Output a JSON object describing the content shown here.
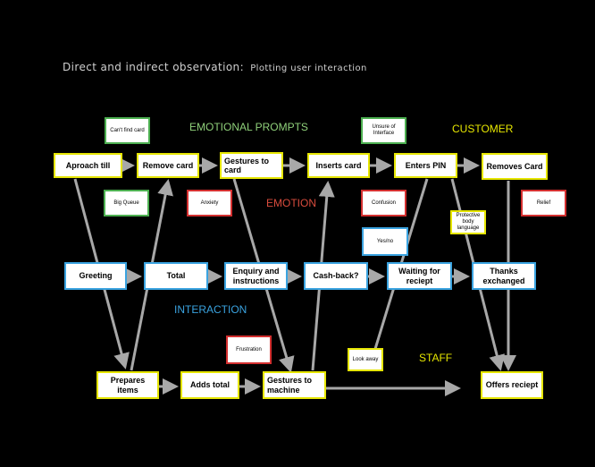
{
  "title": {
    "main": "Direct and indirect observation:",
    "sub": "Plotting user interaction"
  },
  "colors": {
    "customer_border": "#e6e600",
    "interaction_border": "#3aa3e0",
    "staff_border": "#e6e600",
    "emotional_prompts": "#8fd07a",
    "emotion": "#d94c3d",
    "interaction": "#3aa3e0",
    "customer": "#e6e600",
    "staff": "#e6e600",
    "arrow": "#a8a8a8"
  },
  "labels": {
    "emotional_prompts": "EMOTIONAL PROMPTS",
    "emotion": "EMOTION",
    "interaction": "INTERACTION",
    "customer": "CUSTOMER",
    "staff": "STAFF"
  },
  "customer_steps": [
    "Aproach till",
    "Remove card",
    "Gestures to card",
    "Inserts card",
    "Enters PIN",
    "Removes Card"
  ],
  "interaction_steps": [
    "Greeting",
    "Total",
    "Enquiry and instructions",
    "Cash-back?",
    "Waiting for reciept",
    "Thanks exchanged"
  ],
  "staff_steps": [
    "Prepares items",
    "Adds total",
    "Gestures to machine",
    "Offers reciept"
  ],
  "prompts": {
    "cant_find_card": "Can't find card",
    "big_queue": "Big Queue",
    "anxiety": "Anxiety",
    "unsure_interface": "Unsure of Interface",
    "confusion": "Confusion",
    "yes_no": "Yes/no",
    "protective_body_language": "Protective body language",
    "relief": "Relief",
    "frustration": "Frustration",
    "look_away": "Look away"
  }
}
